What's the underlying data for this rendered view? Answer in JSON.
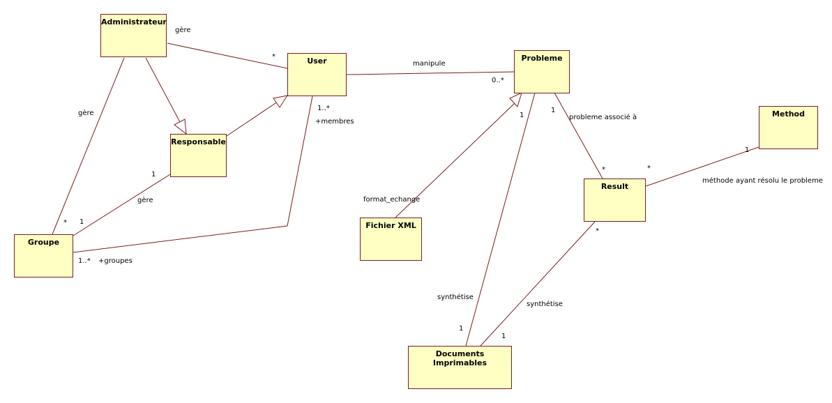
{
  "colors": {
    "fill": "#ffffc4",
    "stroke": "#7a1c1c"
  },
  "classes": {
    "administrateur": "Administrateur",
    "user": "User",
    "responsable": "Responsable",
    "groupe": "Groupe",
    "probleme": "Probleme",
    "method": "Method",
    "result": "Result",
    "fichier_xml": "Fichier XML",
    "documents": "Documents Imprimables"
  },
  "labels": {
    "admin_user_name": "gère",
    "admin_user_mult": "*",
    "admin_groupe_name": "gère",
    "admin_groupe_mult": "*",
    "resp_groupe_name": "gère",
    "resp_groupe_mult_resp": "1",
    "resp_groupe_mult_groupe": "1",
    "user_groupe_mult_user": "1..*",
    "user_groupe_role_user": "+membres",
    "user_groupe_mult_groupe": "1..*",
    "user_groupe_role_groupe": "+groupes",
    "user_probleme_name": "manipule",
    "user_probleme_mult": "0..*",
    "fichier_name": "format_echange",
    "probleme_docs_mult_probleme": "1",
    "probleme_docs_name": "synthétise",
    "probleme_docs_mult_docs": "1",
    "probleme_result_mult_probleme": "1",
    "probleme_result_name": "probleme associé à",
    "probleme_result_mult_result": "*",
    "result_method_mult_result": "*",
    "result_method_mult_method": "1",
    "result_method_name": "méthode ayant résolu le probleme",
    "result_docs_mult_result": "*",
    "result_docs_name": "synthétise",
    "result_docs_mult_docs": "1"
  }
}
